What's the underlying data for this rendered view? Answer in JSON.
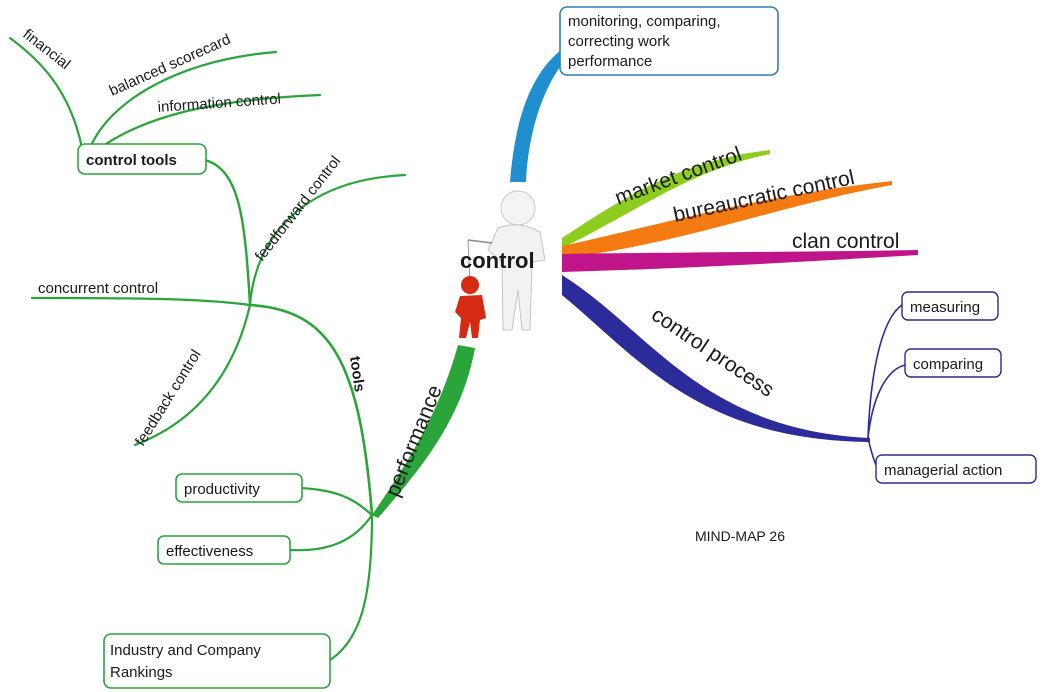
{
  "center": {
    "label": "control"
  },
  "top_box": {
    "lines": [
      "monitoring, comparing,",
      "correcting work",
      "performance"
    ]
  },
  "right_branches": {
    "market": "market control",
    "bureaucratic": "bureaucratic control",
    "clan": "clan control",
    "process": "control process"
  },
  "process_steps": {
    "measuring": "measuring",
    "comparing": "comparing",
    "managerial_action": "managerial action"
  },
  "left_branches": {
    "control_tools": "control tools",
    "financial": "financial",
    "balanced_scorecard": "balanced scorecard",
    "information_control": "information control",
    "feedforward_control": "feedforward control",
    "concurrent_control": "concurrent control",
    "feedback_control": "feedback control",
    "tools": "tools",
    "performance": "performance"
  },
  "performance_items": {
    "productivity": "productivity",
    "effectiveness": "effectiveness",
    "rankings": [
      "Industry and Company",
      "Rankings"
    ]
  },
  "caption": "MIND-MAP 26",
  "colors": {
    "green": "#2aa53a",
    "blue": "#1f8fd0",
    "lime": "#8ccd1e",
    "orange": "#f47a12",
    "magenta": "#c0148a",
    "navy": "#2b2b9a",
    "red_figure": "#d62a12"
  },
  "icons": {
    "figure": "3d-white-figure-with-red-figure-icon"
  }
}
